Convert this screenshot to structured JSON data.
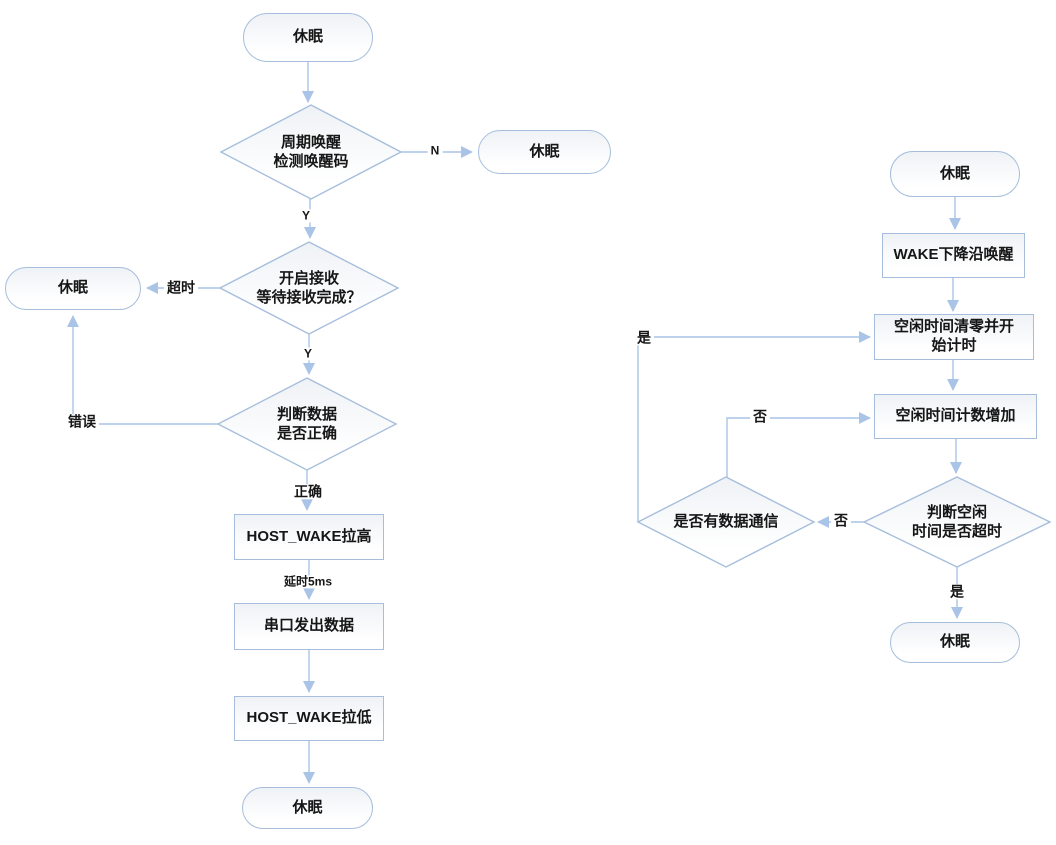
{
  "diagram": {
    "accent_border_color": "#a6bedc",
    "arrow_color": "#a9c4e7",
    "text_color": "#161616"
  },
  "left_flow": {
    "start": "休眠",
    "decision_wake_check": "周期唤醒\n检测唤醒码",
    "wake_check_no_label": "N",
    "sleep_after_no": "休眠",
    "wake_check_yes_label": "Y",
    "decision_receive": "开启接收\n等待接收完成？",
    "receive_timeout_label": "超时",
    "sleep_after_timeout": "休眠",
    "receive_yes_label": "Y",
    "decision_data_check": "判断数据\n是否正确",
    "data_error_label": "错误",
    "data_correct_label": "正确",
    "process_host_wake_high": "HOST_WAKE拉高",
    "delay_label": "延时5ms",
    "process_serial_send": "串口发出数据",
    "process_host_wake_low": "HOST_WAKE拉低",
    "end": "休眠"
  },
  "right_flow": {
    "start": "休眠",
    "process_wake_falling_edge": "WAKE下降沿唤醒",
    "process_idle_clear": "空闲时间清零并开\n始计时",
    "process_idle_count": "空闲时间计数增加",
    "decision_idle_timeout": "判断空闲\n时间是否超时",
    "decision_data_comm": "是否有数据通信",
    "idle_timeout_no_label": "否",
    "data_comm_no_label": "否",
    "data_comm_yes_label": "是",
    "idle_timeout_yes_label": "是",
    "end": "休眠"
  }
}
